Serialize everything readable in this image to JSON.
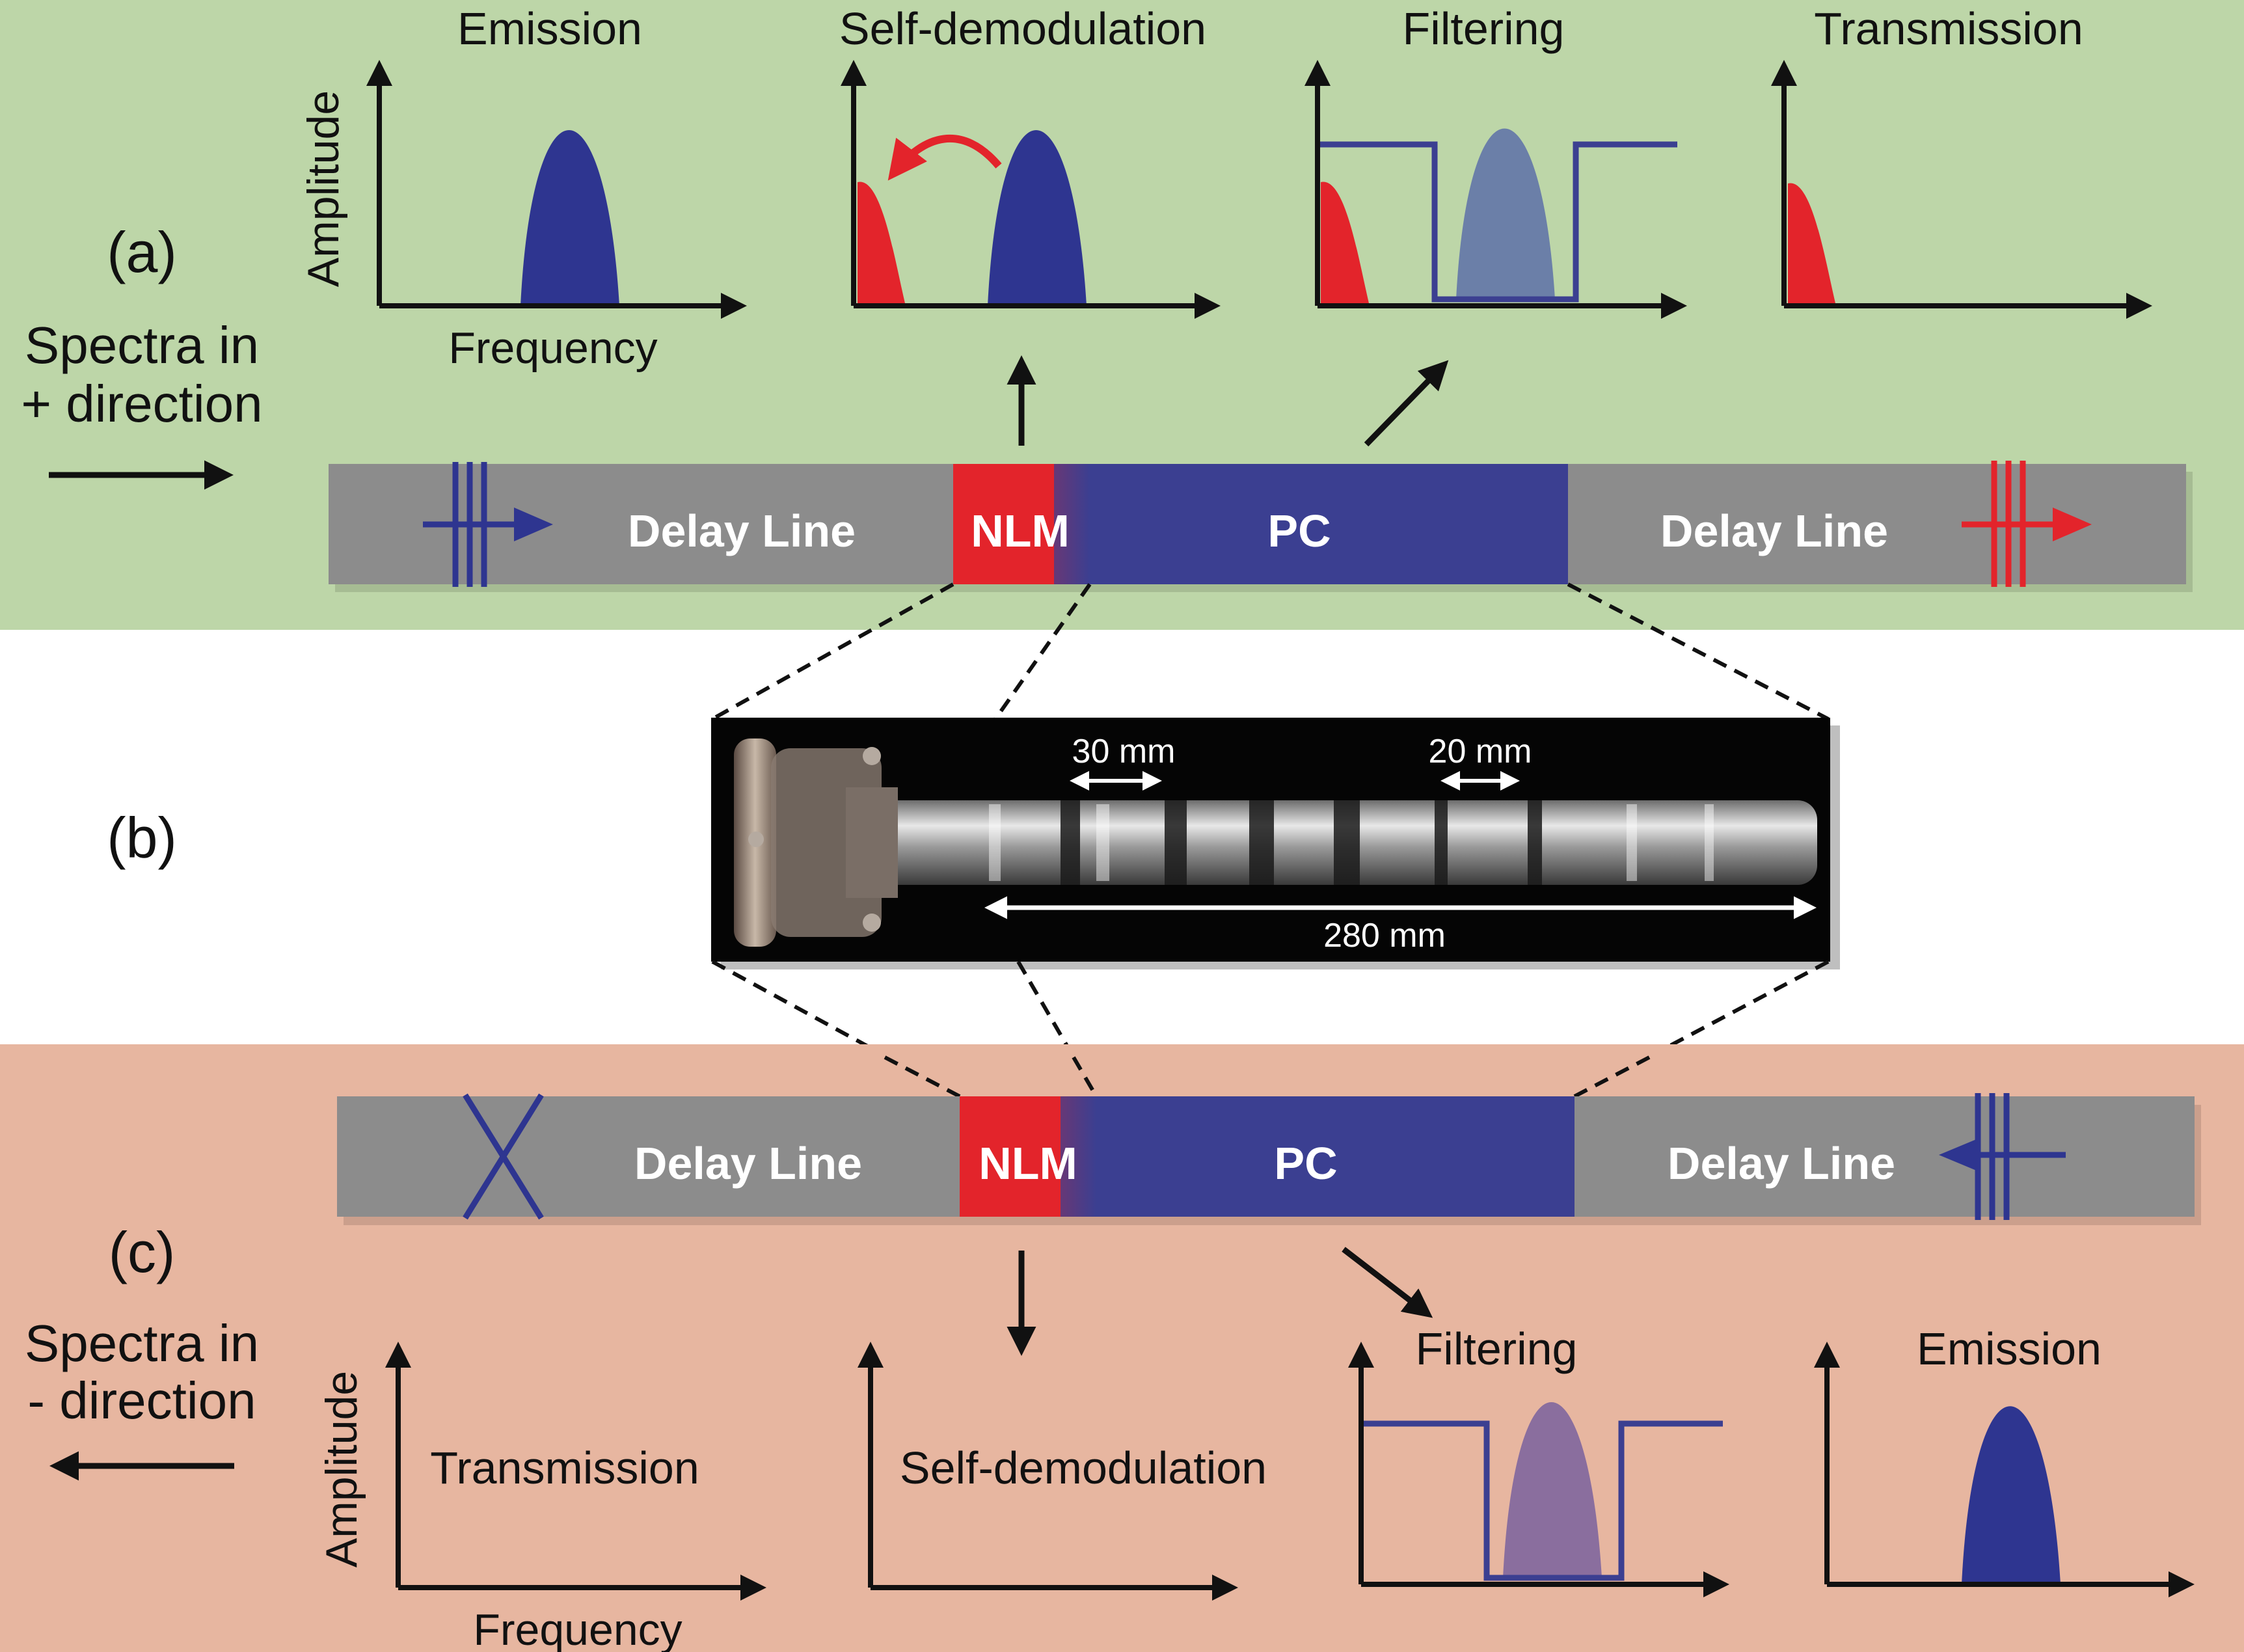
{
  "panel_a": {
    "label": "(a)",
    "direction_text_line1": "Spectra in",
    "direction_text_line2": "+ direction",
    "plot_titles": [
      "Emission",
      "Self-demodulation",
      "Filtering",
      "Transmission"
    ],
    "y_axis_label": "Amplitude",
    "x_axis_label": "Frequency",
    "bar": {
      "left_segment": "Delay Line",
      "nlm": "NLM",
      "pc": "PC",
      "right_segment": "Delay Line"
    }
  },
  "panel_b": {
    "label": "(b)",
    "dim_short_1": "30 mm",
    "dim_short_2": "20 mm",
    "dim_long": "280 mm"
  },
  "panel_c": {
    "label": "(c)",
    "direction_text_line1": "Spectra in",
    "direction_text_line2": "- direction",
    "plot_titles": [
      "Transmission",
      "Self-demodulation",
      "Filtering",
      "Emission"
    ],
    "y_axis_label": "Amplitude",
    "x_axis_label": "Frequency",
    "bar": {
      "left_segment": "Delay Line",
      "nlm": "NLM",
      "pc": "PC",
      "right_segment": "Delay Line"
    }
  },
  "colors": {
    "panel_a_bg": "#bdd6a8",
    "panel_c_bg": "#e7b6a0",
    "delay_line": "#8c8c8c",
    "nlm": "#e3242b",
    "pc": "#3b3f91",
    "emission_peak": "#2e3590",
    "demodulated_peak": "#e3242b",
    "filtered_peak_a": "#6b7fa8",
    "filtered_peak_c": "#8a6e9e",
    "filter_line": "#3b3f91"
  }
}
